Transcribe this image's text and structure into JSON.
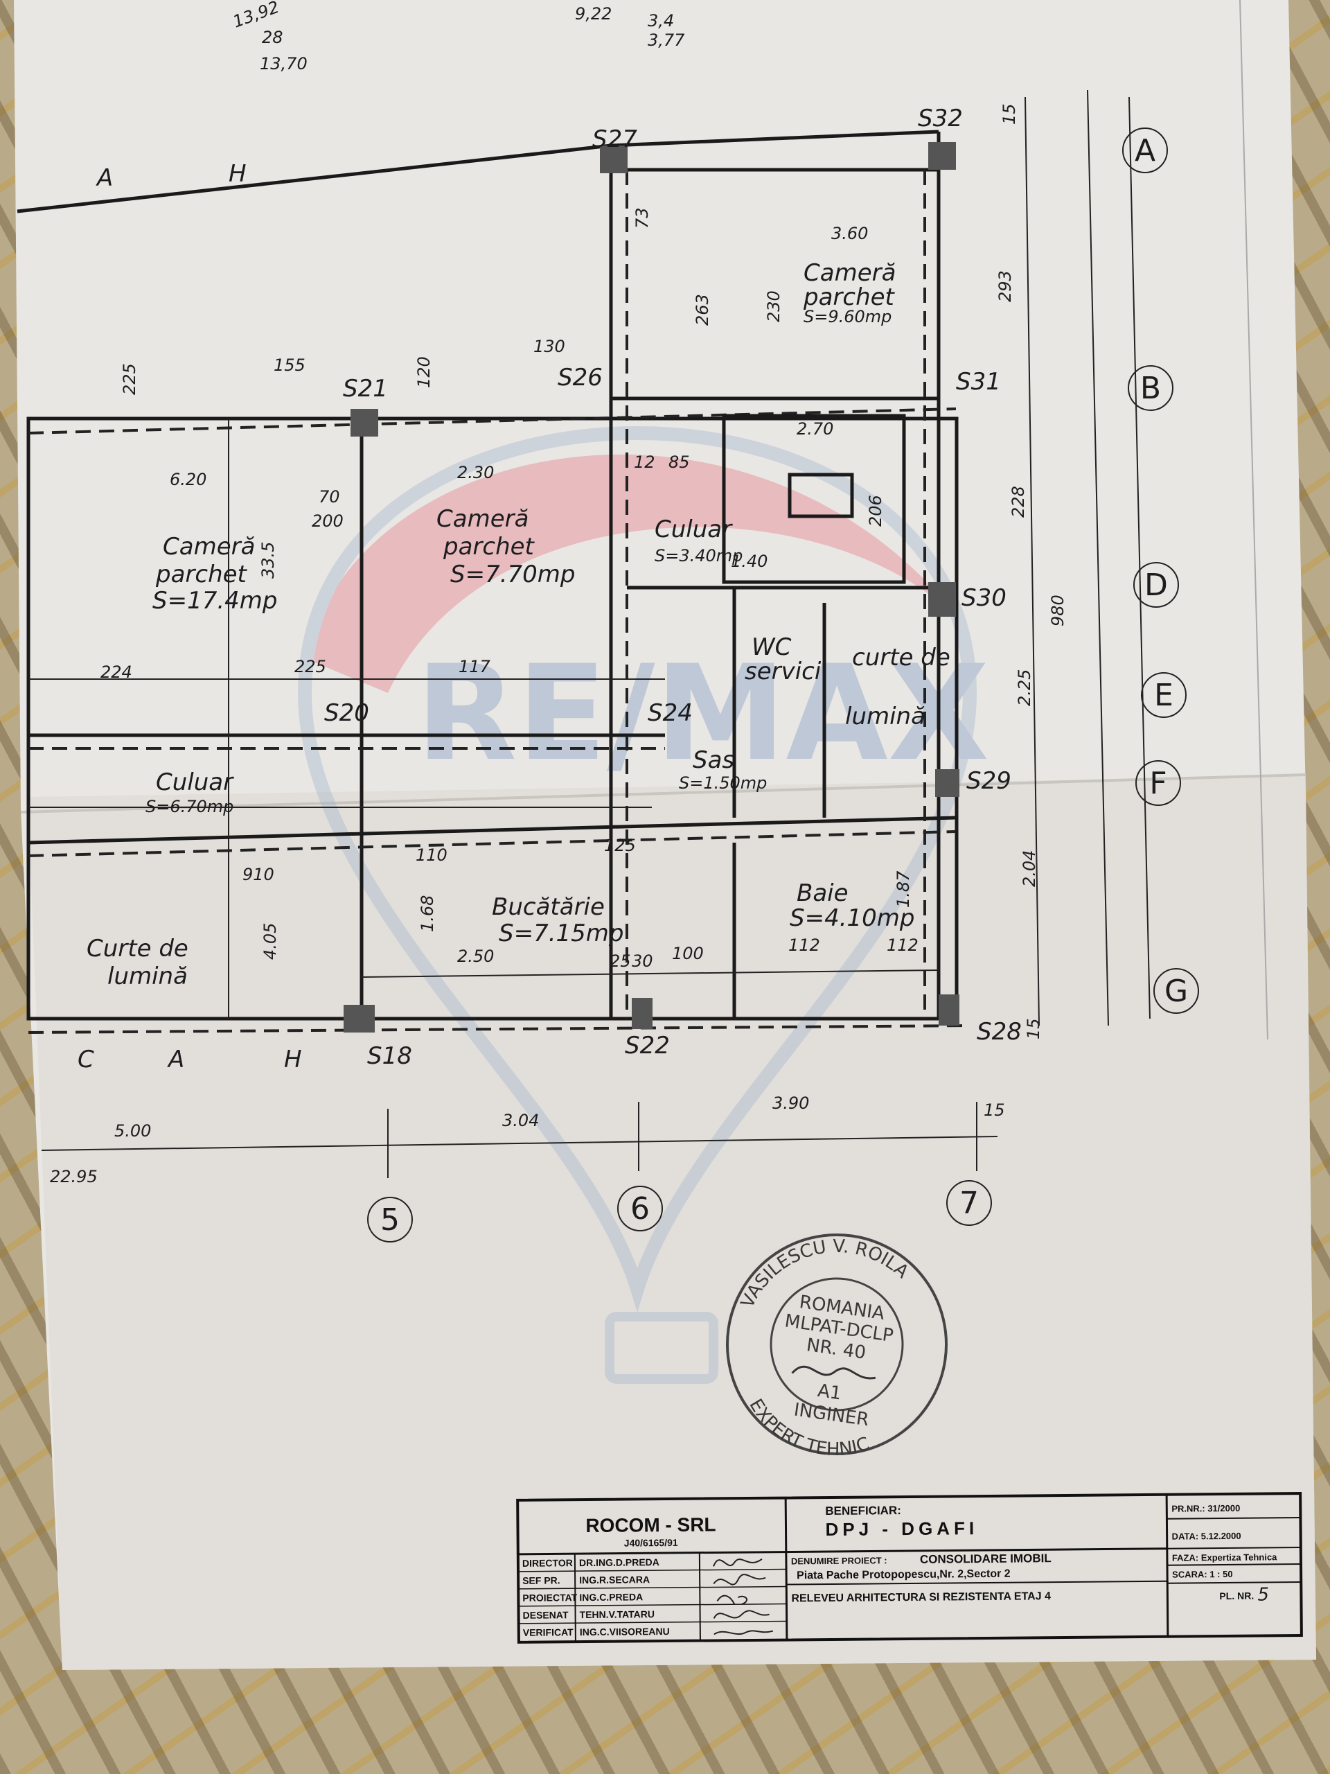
{
  "notes_top": [
    "13,92",
    "28",
    "13,70",
    "9,22",
    "3,4",
    "3,77"
  ],
  "street_labels": {
    "top": [
      "A",
      "H"
    ],
    "bottom": [
      "C",
      "A",
      "H"
    ]
  },
  "rooms": [
    {
      "lines": [
        "Cameră",
        "parchet"
      ],
      "area": "S=17.4mp"
    },
    {
      "lines": [
        "Cameră",
        "parchet"
      ],
      "area": "S=7.70mp"
    },
    {
      "lines": [
        "Cameră",
        "parchet"
      ],
      "area": "S=9.60mp"
    },
    {
      "lines": [
        "Culuar"
      ],
      "area": "S=3.40mp"
    },
    {
      "lines": [
        "WC",
        "servici"
      ],
      "area": ""
    },
    {
      "lines": [
        "curte de",
        "lumină"
      ],
      "area": ""
    },
    {
      "lines": [
        "Sas"
      ],
      "area": "S=1.50mp"
    },
    {
      "lines": [
        "Culuar"
      ],
      "area": "S=6.70mp"
    },
    {
      "lines": [
        "Curte de",
        "lumină"
      ],
      "area": ""
    },
    {
      "lines": [
        "Bucătărie"
      ],
      "area": "S=7.15mp"
    },
    {
      "lines": [
        "Baie"
      ],
      "area": "S=4.10mp"
    }
  ],
  "columns": [
    "S27",
    "S32",
    "S21",
    "S26",
    "S31",
    "S30",
    "S20",
    "S24",
    "S29",
    "S18",
    "S22",
    "S28"
  ],
  "grid_axes_rows": [
    "A",
    "B",
    "D",
    "E",
    "F",
    "G"
  ],
  "grid_axes_cols": [
    "5",
    "6",
    "7"
  ],
  "dimensions": {
    "bottom": [
      "5.00",
      "3.04",
      "3.90",
      "15",
      "22.95"
    ],
    "right": [
      "15",
      "293",
      "228",
      "980",
      "2.25",
      "2.04",
      "15"
    ],
    "interior": [
      "6.20",
      "2.30",
      "155",
      "130",
      "3.60",
      "2.50",
      "224",
      "225",
      "117",
      "110",
      "125",
      "910",
      "100",
      "112",
      "112",
      "70",
      "200",
      "2.70",
      "1.40",
      "12",
      "85",
      "225",
      "120",
      "33.5",
      "1.68",
      "4.05",
      "1.87",
      "206",
      "263",
      "230",
      "73",
      "25",
      "30"
    ]
  },
  "watermark": "RE/MAX",
  "stamp": {
    "outer": "VASILESCU V. ROILA",
    "bottom": "EXPERT TEHNIC",
    "inner": [
      "ROMANIA",
      "MLPAT-DCLP",
      "NR. 40"
    ],
    "inginer": "INGINER",
    "code": "A1"
  },
  "title_block": {
    "company": "ROCOM - SRL",
    "company_reg": "J40/6165/91",
    "beneficiar_label": "BENEFICIAR:",
    "beneficiar": "DPJ - DGAFI",
    "project_label": "DENUMIRE PROIECT :",
    "project_name": "CONSOLIDARE IMOBIL",
    "address": "Piata Pache Protopopescu,Nr. 2,Sector 2",
    "drawing_title": "RELEVEU ARHITECTURA SI REZISTENTA ETAJ 4",
    "pr_nr": "PR.NR.: 31/2000",
    "data": "DATA: 5.12.2000",
    "faza": "FAZA: Expertiza Tehnica",
    "scara": "SCARA: 1 : 50",
    "pl_nr_label": "PL. NR.",
    "pl_nr": "5",
    "staff": [
      {
        "role": "DIRECTOR",
        "name": "DR.ING.D.PREDA"
      },
      {
        "role": "SEF PR.",
        "name": "ING.R.SECARA"
      },
      {
        "role": "PROIECTAT",
        "name": "ING.C.PREDA"
      },
      {
        "role": "DESENAT",
        "name": "TEHN.V.TATARU"
      },
      {
        "role": "VERIFICAT",
        "name": "ING.C.VIISOREANU"
      }
    ]
  }
}
